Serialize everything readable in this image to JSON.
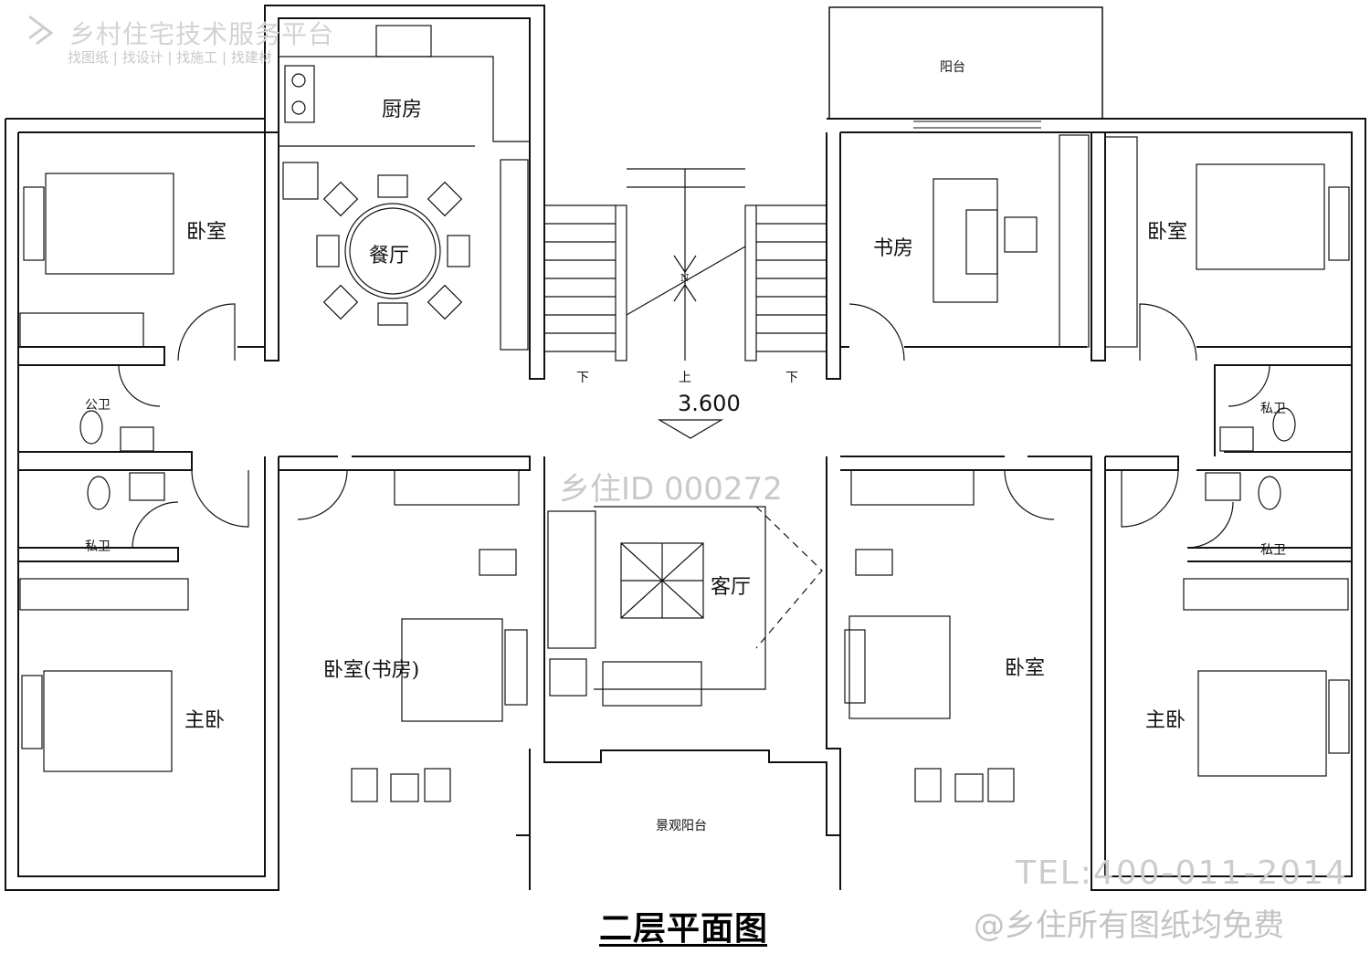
{
  "watermark": {
    "brand": "乡村住宅技术服务平台",
    "slogan": "找图纸 | 找设计 | 找施工 | 找建材",
    "plan_id": "乡住ID 000272",
    "phone": "TEL:400-011-2014",
    "free_note": "@乡住所有图纸均免费"
  },
  "rooms": {
    "kitchen": "厨房",
    "balcony_top": "阳台",
    "bedroom_nw": "卧室",
    "dining": "餐厅",
    "study": "书房",
    "bedroom_ne": "卧室",
    "public_bath": "公卫",
    "private_bath_ne": "私卫",
    "private_bath_w": "私卫",
    "private_bath_e": "私卫",
    "master_w": "主卧",
    "bedroom_study": "卧室(书房)",
    "living": "客厅",
    "bedroom_se": "卧室",
    "master_e": "主卧",
    "view_balcony": "景观阳台"
  },
  "stair": {
    "down_left": "下",
    "up": "上",
    "down_right": "下",
    "level": "3.600",
    "north": "N"
  },
  "title": "二层平面图"
}
